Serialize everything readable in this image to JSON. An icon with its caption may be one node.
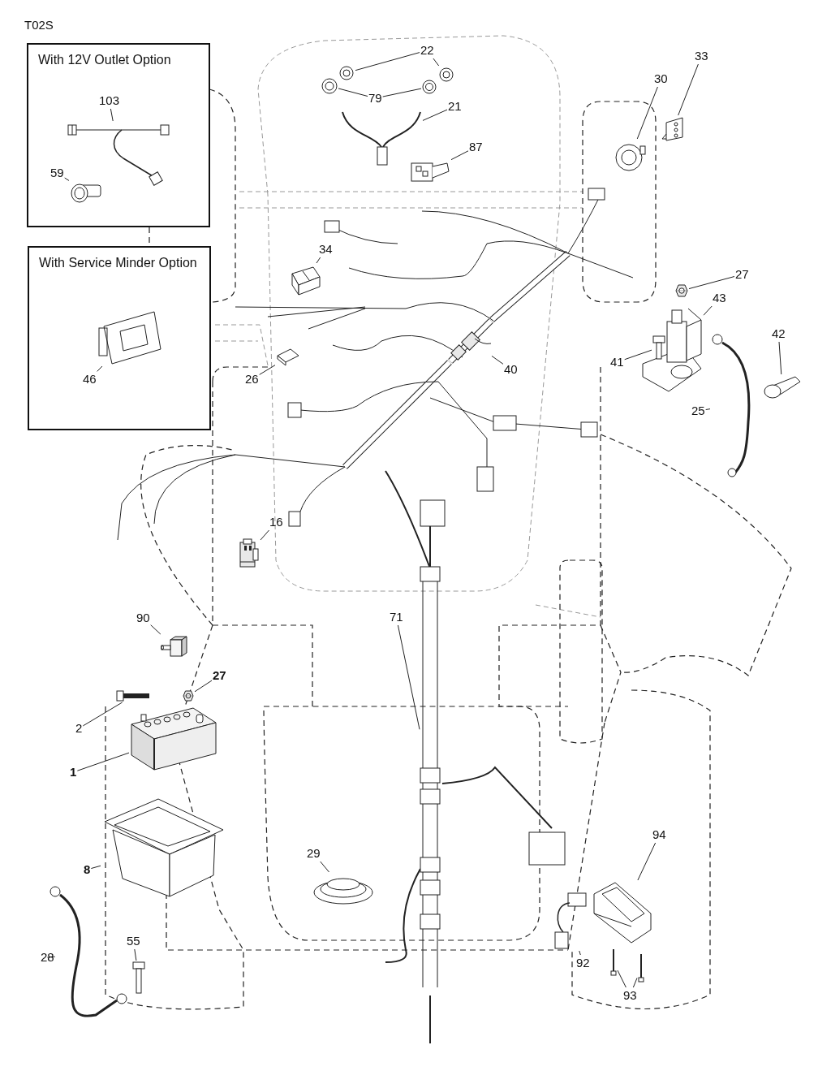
{
  "diagram": {
    "nodes": [
      {
        "text": [
          "With 12V Outlet Option"
        ]
      },
      {
        "text": [
          "103"
        ],
        "in": 0
      },
      {
        "text": [],
        "shape": "picture",
        "in": 0
      },
      {
        "text": [
          "59"
        ],
        "in": 0
      },
      {
        "text": [],
        "shape": "picture",
        "in": 0
      },
      {
        "text": [
          "With Service Minder Option"
        ]
      },
      {
        "text": [],
        "shape": "picture",
        "in": 5
      },
      {
        "text": [
          "46"
        ],
        "in": 5
      },
      {
        "text": [
          "22"
        ]
      },
      {
        "text": [],
        "shape": "picture"
      },
      {
        "text": [],
        "shape": "picture"
      },
      {
        "text": [
          "79"
        ]
      },
      {
        "text": [],
        "shape": "picture"
      },
      {
        "text": [],
        "shape": "picture"
      },
      {
        "text": [
          "21"
        ]
      },
      {
        "text": [],
        "shape": "picture"
      },
      {
        "text": [
          "87"
        ]
      },
      {
        "text": [],
        "shape": "picture"
      },
      {
        "text": [
          "33"
        ]
      },
      {
        "text": [],
        "shape": "picture"
      },
      {
        "text": [
          "30"
        ]
      },
      {
        "text": [],
        "shape": "picture"
      },
      {
        "text": [
          "34"
        ]
      },
      {
        "text": [],
        "shape": "picture"
      },
      {
        "text": [
          "27"
        ]
      },
      {
        "text": [],
        "shape": "picture"
      },
      {
        "text": [
          "43"
        ]
      },
      {
        "text": [],
        "shape": "picture"
      },
      {
        "text": [
          "41"
        ]
      },
      {
        "text": [],
        "shape": "picture"
      },
      {
        "text": [
          "42"
        ]
      },
      {
        "text": [],
        "shape": "picture"
      },
      {
        "text": [
          "25"
        ]
      },
      {
        "text": [],
        "shape": "picture"
      },
      {
        "text": [
          "40"
        ]
      },
      {
        "text": [],
        "shape": "picture"
      },
      {
        "text": [
          "26"
        ]
      },
      {
        "text": [],
        "shape": "picture"
      },
      {
        "text": [
          "16"
        ]
      },
      {
        "text": [],
        "shape": "picture"
      },
      {
        "text": [
          "90"
        ]
      },
      {
        "text": [],
        "shape": "picture"
      },
      {
        "text": [
          "71"
        ]
      },
      {
        "text": [],
        "shape": "picture"
      },
      {
        "text": [
          "27"
        ]
      },
      {
        "text": [],
        "shape": "picture"
      },
      {
        "text": [
          "2"
        ]
      },
      {
        "text": [],
        "shape": "picture"
      },
      {
        "text": [
          "1"
        ]
      },
      {
        "text": [],
        "shape": "picture"
      },
      {
        "text": [
          "8"
        ]
      },
      {
        "text": [],
        "shape": "picture"
      },
      {
        "text": [
          "28"
        ]
      },
      {
        "text": [],
        "shape": "picture"
      },
      {
        "text": [
          "55"
        ]
      },
      {
        "text": [],
        "shape": "picture"
      },
      {
        "text": [
          "29"
        ]
      },
      {
        "text": [],
        "shape": "picture"
      },
      {
        "text": [
          "94"
        ]
      },
      {
        "text": [],
        "shape": "picture"
      },
      {
        "text": [
          "92"
        ]
      },
      {
        "text": [],
        "shape": "picture"
      },
      {
        "text": [
          "93"
        ]
      },
      {
        "text": [],
        "shape": "picture"
      },
      {
        "text": [],
        "shape": "picture"
      }
    ],
    "edges": [
      {
        "from": 1,
        "to": 2,
        "arrow": "none"
      },
      {
        "from": 3,
        "to": 4,
        "arrow": "none"
      },
      {
        "from": 7,
        "to": 6,
        "arrow": "none"
      },
      {
        "from": 8,
        "to": 9,
        "arrow": "none"
      },
      {
        "from": 8,
        "to": 10,
        "arrow": "none"
      },
      {
        "from": 11,
        "to": 12,
        "arrow": "none"
      },
      {
        "from": 11,
        "to": 13,
        "arrow": "none"
      },
      {
        "from": 14,
        "to": 15,
        "arrow": "none"
      },
      {
        "from": 16,
        "to": 17,
        "arrow": "none"
      },
      {
        "from": 18,
        "to": 19,
        "arrow": "none"
      },
      {
        "from": 20,
        "to": 21,
        "arrow": "none"
      },
      {
        "from": 22,
        "to": 23,
        "arrow": "none"
      },
      {
        "from": 24,
        "to": 25,
        "arrow": "none"
      },
      {
        "from": 26,
        "to": 27,
        "arrow": "none"
      },
      {
        "from": 28,
        "to": 29,
        "arrow": "none"
      },
      {
        "from": 30,
        "to": 31,
        "arrow": "none"
      },
      {
        "from": 32,
        "to": 33,
        "arrow": "none"
      },
      {
        "from": 34,
        "to": 35,
        "arrow": "none"
      },
      {
        "from": 36,
        "to": 37,
        "arrow": "none"
      },
      {
        "from": 38,
        "to": 39,
        "arrow": "none"
      },
      {
        "from": 40,
        "to": 41,
        "arrow": "none"
      },
      {
        "from": 42,
        "to": 43,
        "arrow": "none"
      },
      {
        "from": 44,
        "to": 45,
        "arrow": "none"
      },
      {
        "from": 46,
        "to": 47,
        "arrow": "none"
      },
      {
        "from": 48,
        "to": 49,
        "arrow": "none"
      },
      {
        "from": 50,
        "to": 51,
        "arrow": "none"
      },
      {
        "from": 52,
        "to": 53,
        "arrow": "none"
      },
      {
        "from": 54,
        "to": 55,
        "arrow": "none"
      },
      {
        "from": 56,
        "to": 57,
        "arrow": "none"
      },
      {
        "from": 58,
        "to": 59,
        "arrow": "none"
      },
      {
        "from": 60,
        "to": 61,
        "arrow": "none"
      },
      {
        "from": 62,
        "to": 63,
        "arrow": "none"
      },
      {
        "from": 62,
        "to": 64,
        "arrow": "none"
      }
    ],
    "labels": [
      "T02S"
    ]
  }
}
